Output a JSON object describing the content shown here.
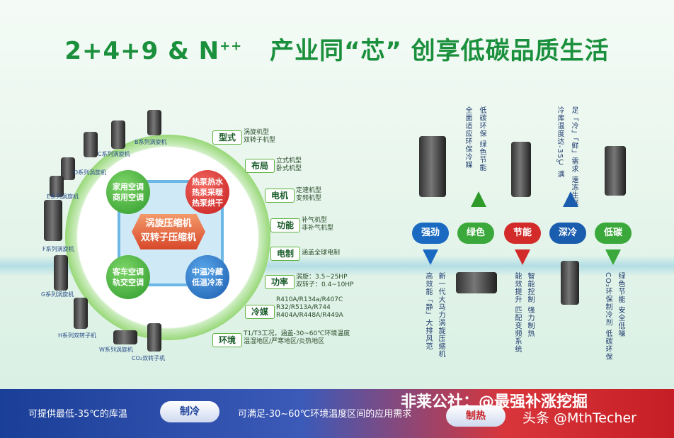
{
  "title": {
    "main": "2+4+9 & N",
    "sup": "++",
    "slogan": "产业同“芯” 创享低碳品质生活"
  },
  "center": {
    "line1": "涡旋压缩机",
    "line2": "双转子压缩机"
  },
  "bubbles": [
    {
      "l1": "家用空调",
      "l2": "商用空调"
    },
    {
      "l1": "热泵热水",
      "l2": "热泵采暖",
      "l3": "热泵烘干"
    },
    {
      "l1": "客车空调",
      "l2": "轨交空调"
    },
    {
      "l1": "中温冷藏",
      "l2": "低温冷冻"
    }
  ],
  "series": [
    "B系列涡旋机",
    "C系列涡旋机",
    "D系列涡旋机",
    "E系列涡旋机",
    "F系列涡旋机",
    "G系列涡旋机",
    "H系列双转子机",
    "W系列涡旋机",
    "CO₂双转子机"
  ],
  "tags": [
    {
      "name": "型式",
      "d1": "涡旋机型",
      "d2": "双转子机型"
    },
    {
      "name": "布局",
      "d1": "立式机型",
      "d2": "卧式机型"
    },
    {
      "name": "电机",
      "d1": "定速机型",
      "d2": "变频机型"
    },
    {
      "name": "功能",
      "d1": "补气机型",
      "d2": "非补气机型"
    },
    {
      "name": "电制",
      "d1": "涵盖全球电制",
      "d2": ""
    },
    {
      "name": "功率",
      "d1": "涡旋：3.5~25HP",
      "d2": "双转子：0.4~10HP"
    },
    {
      "name": "冷媒",
      "d1": "R410A/R134a/R407C",
      "d2": "R32/R513A/R744",
      "d3": "R404A/R448A/R449A"
    },
    {
      "name": "环境",
      "d1": "T1/T3工况，涵盖-30~60℃环境温度",
      "d2": "温湿地区/严寒地区/炎热地区"
    }
  ],
  "pills": [
    "强劲",
    "绿色",
    "节能",
    "深冷",
    "低碳"
  ],
  "vtexts": {
    "green_up": "全面适应环保冷媒",
    "green_up2": "低碳环保 绿色节能",
    "blue_up": "冷库温度达-35℃ 满",
    "blue_up2": "足「冷」「鲜」需求 速冻生鲜",
    "strong_down": "高效能「静」大排风范",
    "strong_down2": "新一代大马力涡旋压缩机",
    "save_down": "能效提升 匹配变频系统",
    "save_down2": "智能控制 强力制热",
    "low_down": "CO₂环保制冷剂 低碳环保",
    "low_down2": "绿色节能 安全低噪"
  },
  "bottom": {
    "left": "可提供最低-35℃的库温",
    "cool": "制冷",
    "mid": "可满足-30~60℃环境温度区间的应用需求",
    "heat": "制热"
  },
  "watermark": {
    "cn": "非莱公社：@最强补涨挖掘",
    "en": "头条 @MthTecher"
  },
  "colors": {
    "green": "#1a8f3c",
    "blue": "#1a5cae",
    "red": "#c41d1d"
  }
}
